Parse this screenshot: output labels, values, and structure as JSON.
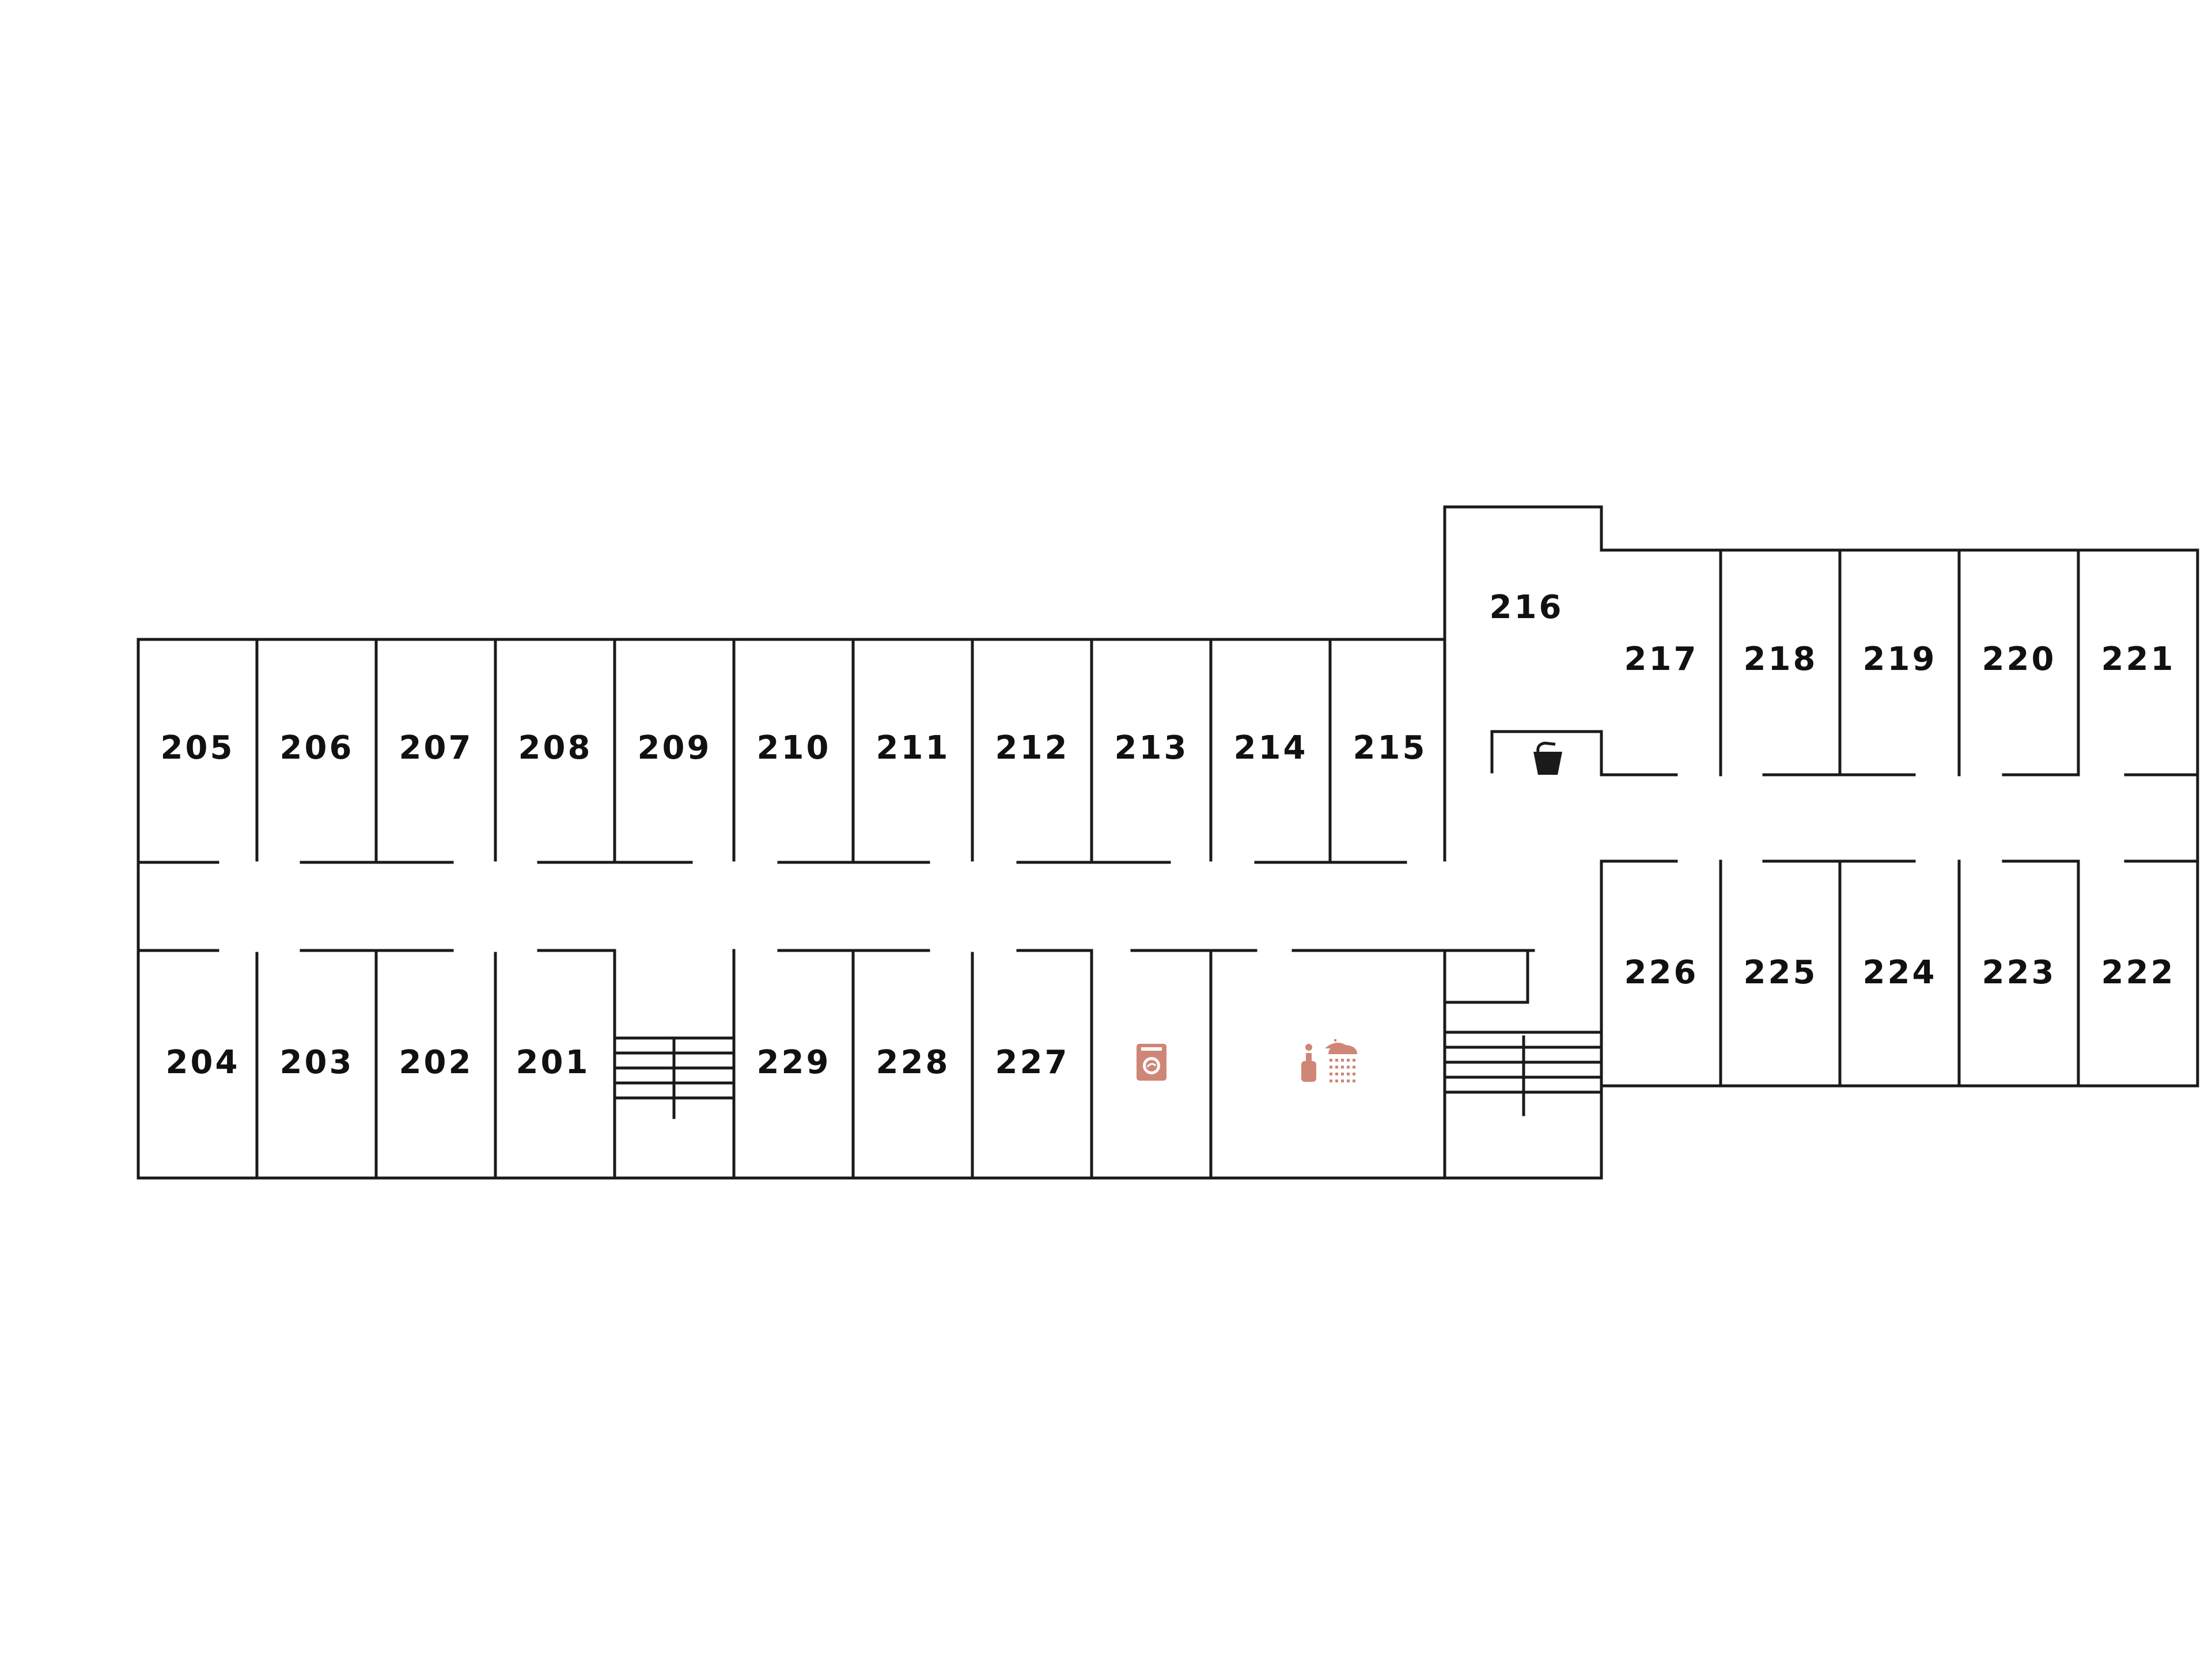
{
  "colors": {
    "wall": "#1a1a1a",
    "label": "#111111",
    "amenity": "#cf8677"
  },
  "rooms": {
    "top_row": [
      "205",
      "206",
      "207",
      "208",
      "209",
      "210",
      "211",
      "212",
      "213",
      "214",
      "215"
    ],
    "bottom_row": [
      "204",
      "203",
      "202",
      "201",
      "229",
      "228",
      "227"
    ],
    "center": "216",
    "east_top": [
      "217",
      "218",
      "219",
      "220",
      "221"
    ],
    "east_bottom": [
      "226",
      "225",
      "224",
      "223",
      "222"
    ]
  },
  "icons": {
    "laundry": "washing-machine-icon",
    "shower": "shower-icon",
    "ice": "ice-bucket-icon"
  }
}
